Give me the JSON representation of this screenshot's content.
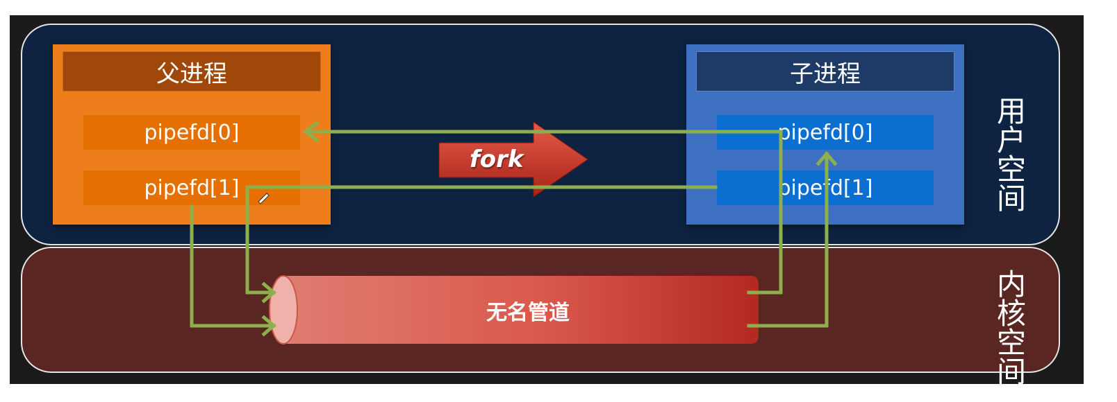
{
  "parent_process": {
    "title": "父进程",
    "fd0": "pipefd[0]",
    "fd1": "pipefd[1]"
  },
  "child_process": {
    "title": "子进程",
    "fd0": "pipefd[0]",
    "fd1": "pipefd[1]"
  },
  "fork_label": "fork",
  "pipe_label": "无名管道",
  "user_space_label": "用户空间",
  "kernel_space_label": "内核空间",
  "colors": {
    "user_space": "#0e2342",
    "kernel_space": "#5a2622",
    "parent": "#ee7e1c",
    "child": "#3e70c2",
    "arrow": "#8db04c",
    "fork_arrow": "#c9372a"
  }
}
